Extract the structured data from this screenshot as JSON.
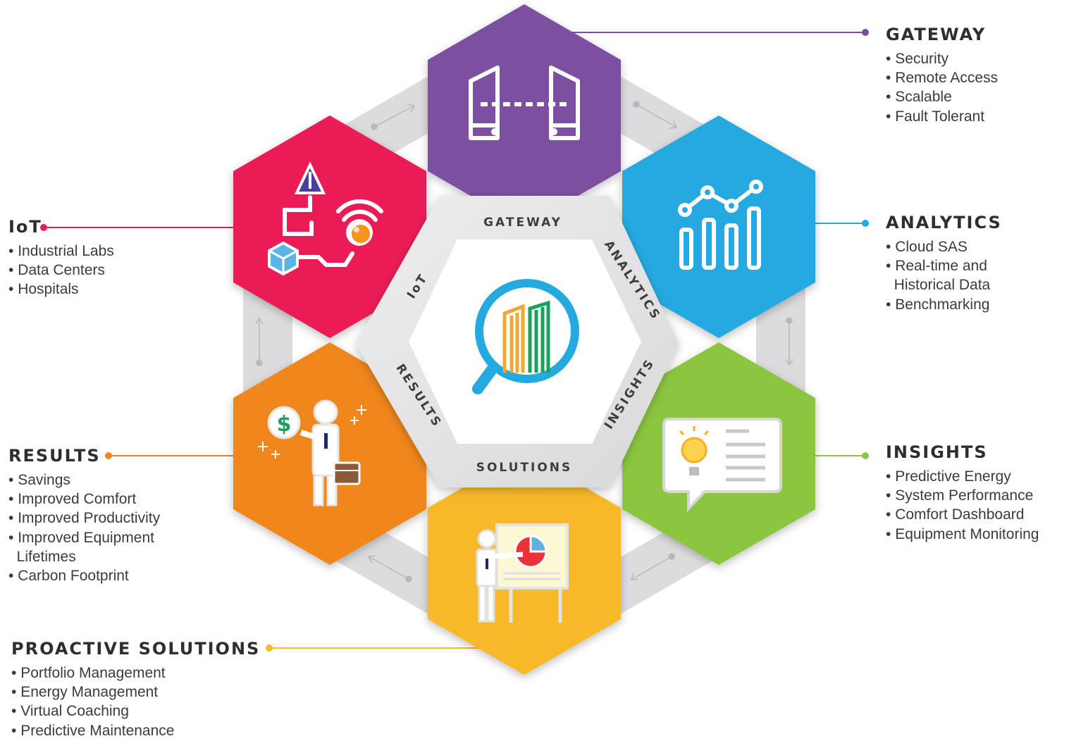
{
  "hub": {
    "segments": [
      {
        "key": "gateway",
        "label": "GATEWAY",
        "color": "#7b4fa0"
      },
      {
        "key": "analytics",
        "label": "ANALYTICS",
        "color": "#25a9e0"
      },
      {
        "key": "insights",
        "label": "INSIGHTS",
        "color": "#8cc63f"
      },
      {
        "key": "solutions",
        "label": "SOLUTIONS",
        "color": "#f7b92b"
      },
      {
        "key": "results",
        "label": "RESULTS",
        "color": "#f0861f"
      },
      {
        "key": "iot",
        "label": "IoT",
        "color": "#eb1c55"
      }
    ],
    "center_icon": "magnifier-bar-chart-icon",
    "segment_icons": {
      "gateway": "gateway-doors-icon",
      "analytics": "analytics-chart-icon",
      "insights": "lightbulb-report-icon",
      "solutions": "presentation-board-icon",
      "results": "businessman-savings-icon",
      "iot": "iot-devices-icon"
    }
  },
  "callouts": {
    "gateway": {
      "title": "GATEWAY",
      "items": [
        "Security",
        "Remote Access",
        "Scalable",
        "Fault Tolerant"
      ]
    },
    "analytics": {
      "title": "ANALYTICS",
      "items": [
        "Cloud SAS",
        "Real-time and",
        "Historical Data",
        "Benchmarking"
      ]
    },
    "insights": {
      "title": "INSIGHTS",
      "items": [
        "Predictive Energy",
        "System Performance",
        "Comfort Dashboard",
        "Equipment Monitoring"
      ]
    },
    "iot": {
      "title": "IoT",
      "items": [
        "Industrial Labs",
        "Data Centers",
        "Hospitals"
      ]
    },
    "results": {
      "title": "RESULTS",
      "items": [
        "Savings",
        "Improved Comfort",
        "Improved Productivity",
        "Improved Equipment",
        "Lifetimes",
        "Carbon Footprint"
      ]
    },
    "solutions": {
      "title": "PROACTIVE SOLUTIONS",
      "items": [
        "Portfolio Management",
        "Energy Management",
        "Virtual Coaching",
        "Predictive Maintenance"
      ]
    }
  }
}
